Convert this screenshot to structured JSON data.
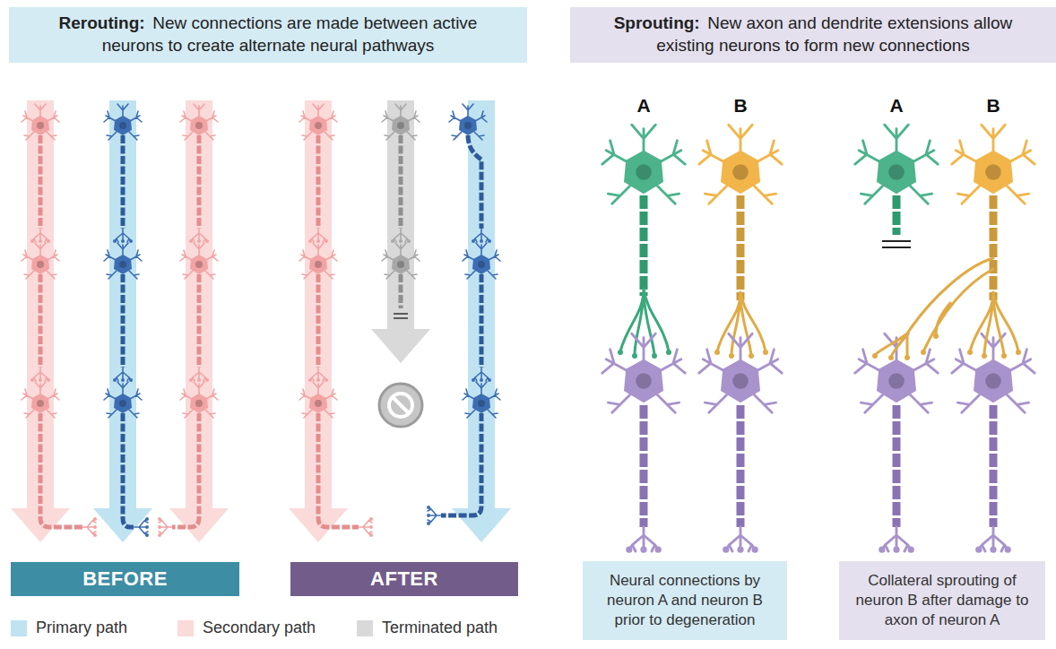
{
  "diagram": {
    "nodes": [
      {
        "text": [
          "Rerouting:",
          "New connections are made between active neurons to create alternate neural pathways"
        ]
      },
      {
        "text": [
          "Sprouting:",
          "New axon and dendrite extensions allow existing neurons to form new connections"
        ]
      },
      {
        "text": [
          "BEFORE"
        ]
      },
      {
        "text": [
          "AFTER"
        ]
      },
      {
        "text": [
          "Neural connections by neuron A and neuron B prior to degeneration"
        ]
      },
      {
        "text": [
          "Collateral sprouting of neuron B after damage to axon of neuron A"
        ]
      }
    ],
    "labels": [
      "A",
      "B",
      "A",
      "B"
    ],
    "legend": [
      {
        "text": "Primary path",
        "color": "#bfe3f1"
      },
      {
        "text": "Secondary path",
        "color": "#fbdada"
      },
      {
        "text": "Terminated path",
        "color": "#d9d9d9"
      }
    ]
  }
}
